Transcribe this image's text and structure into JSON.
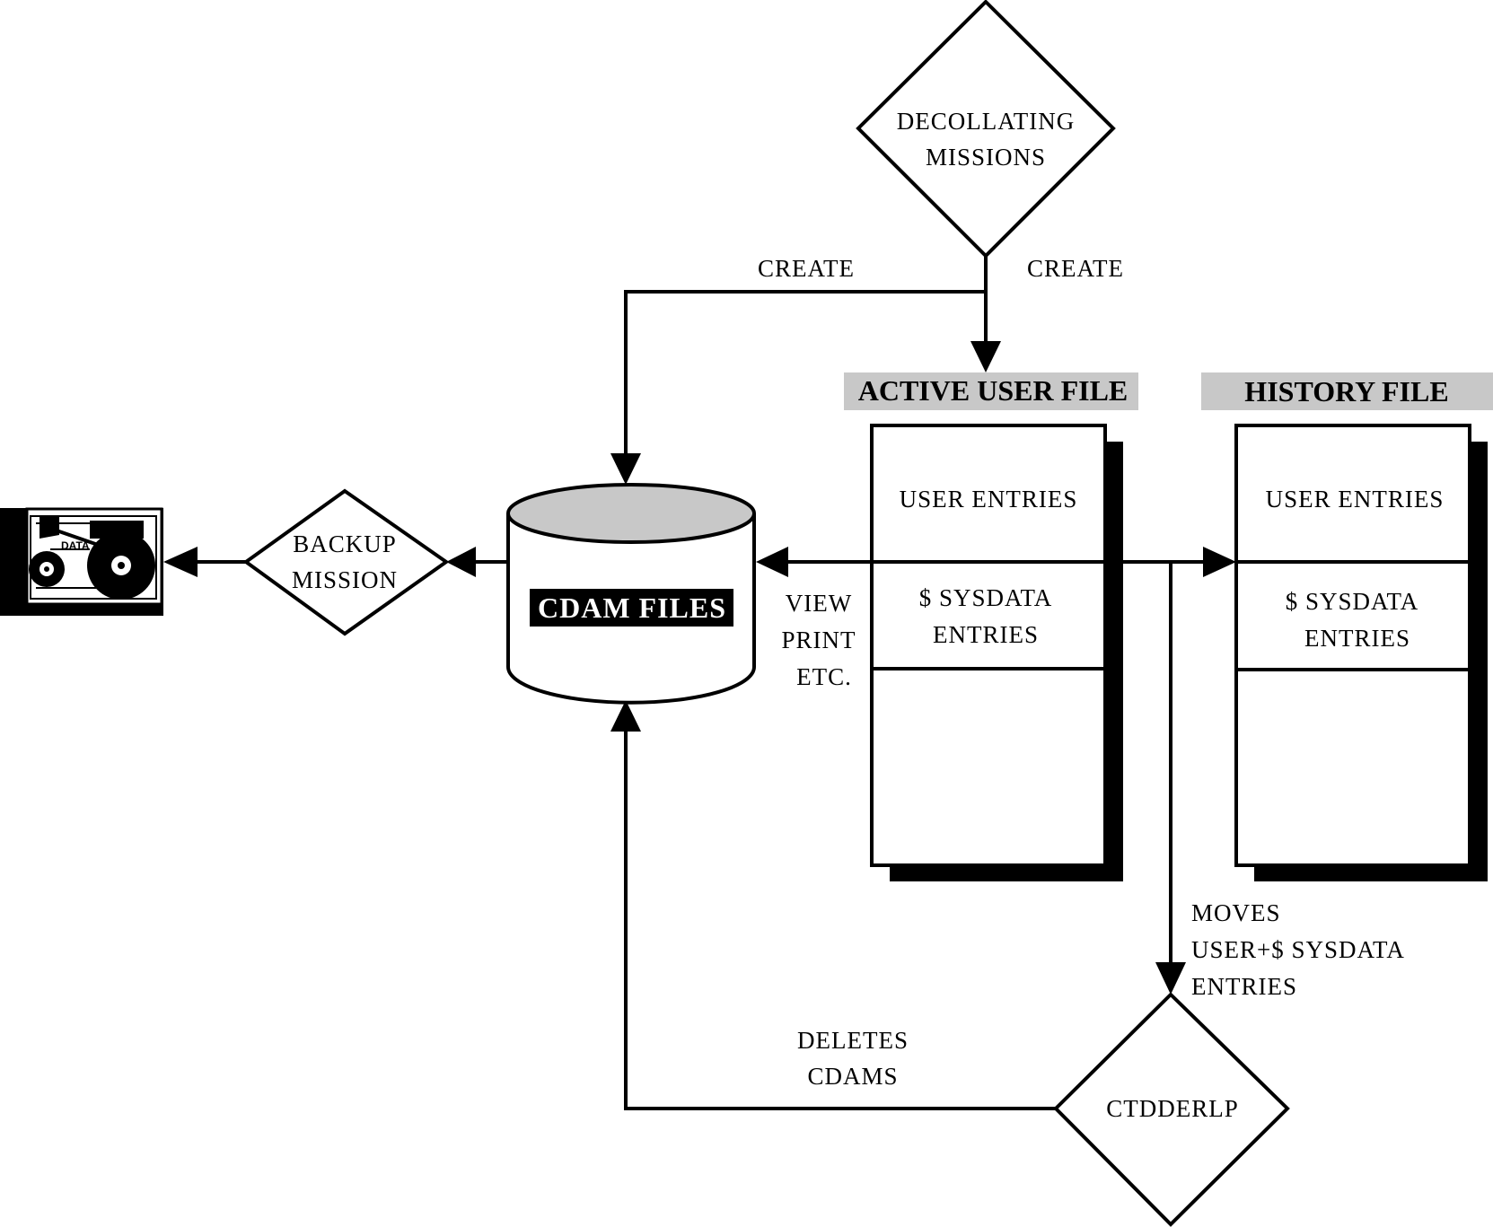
{
  "decollating": {
    "line1": "DECOLLATING",
    "line2": "MISSIONS"
  },
  "create_left": "CREATE",
  "create_right": "CREATE",
  "active_file": {
    "title": "ACTIVE  USER  FILE",
    "user_entries": "USER  ENTRIES",
    "sysdata_line1": "$ SYSDATA",
    "sysdata_line2": "ENTRIES"
  },
  "history_file": {
    "title": "HISTORY FILE",
    "user_entries": "USER  ENTRIES",
    "sysdata_line1": "$ SYSDATA",
    "sysdata_line2": "ENTRIES"
  },
  "cdam_files": "CDAM FILES",
  "backup": {
    "line1": "BACKUP",
    "line2": "MISSION"
  },
  "tape_label": "DATA",
  "view": {
    "line1": "VIEW",
    "line2": "PRINT",
    "line3": "ETC."
  },
  "moves": {
    "line1": "MOVES",
    "line2": "USER+$ SYSDATA",
    "line3": "ENTRIES"
  },
  "deletes": {
    "line1": "DELETES",
    "line2": "CDAMS"
  },
  "ctdderlp": "CTDDERLP",
  "colors": {
    "title_band": "#c8c8c8",
    "cylinder_top": "#c8c8c8",
    "ink": "#000000"
  }
}
